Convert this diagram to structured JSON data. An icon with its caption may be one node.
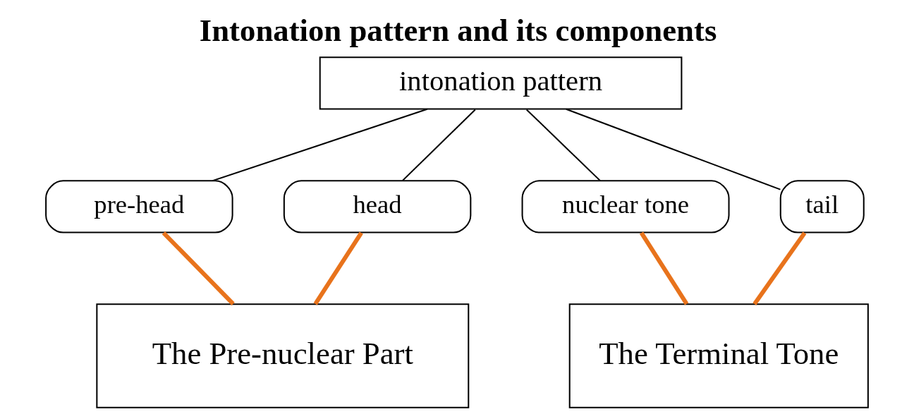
{
  "diagram": {
    "title": "Intonation pattern and its components",
    "nodes": [
      {
        "text": [
          "intonation pattern"
        ]
      },
      {
        "text": [
          "pre-head"
        ]
      },
      {
        "text": [
          "head"
        ]
      },
      {
        "text": [
          "nuclear tone"
        ]
      },
      {
        "text": [
          "tail"
        ]
      },
      {
        "text": [
          "The Pre-nuclear Part"
        ]
      },
      {
        "text": [
          "The Terminal Tone"
        ]
      }
    ],
    "edges": [
      {
        "from": 0,
        "to": 1,
        "arrow": "none"
      },
      {
        "from": 0,
        "to": 2,
        "arrow": "none"
      },
      {
        "from": 0,
        "to": 3,
        "arrow": "none"
      },
      {
        "from": 0,
        "to": 4,
        "arrow": "none"
      },
      {
        "from": 1,
        "to": 5,
        "arrow": "none",
        "style": "thick",
        "color": "#e8731c"
      },
      {
        "from": 2,
        "to": 5,
        "arrow": "none",
        "style": "thick",
        "color": "#e8731c"
      },
      {
        "from": 3,
        "to": 6,
        "arrow": "none",
        "style": "thick",
        "color": "#e8731c"
      },
      {
        "from": 4,
        "to": 6,
        "arrow": "none",
        "style": "thick",
        "color": "#e8731c"
      }
    ]
  }
}
